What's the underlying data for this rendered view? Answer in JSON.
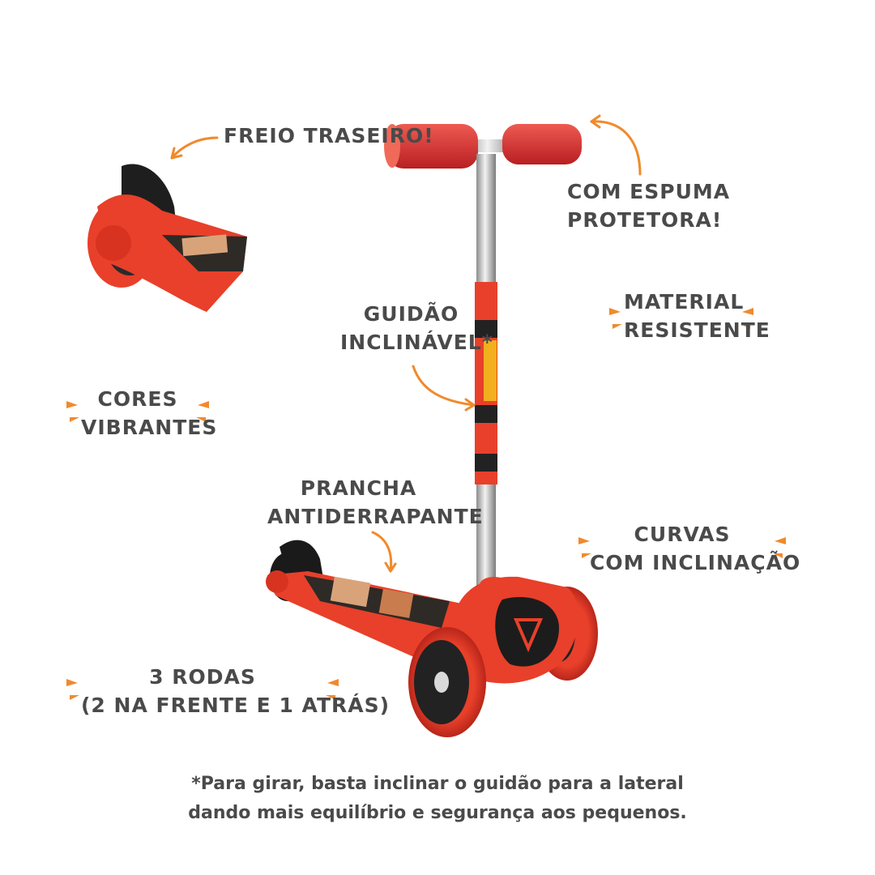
{
  "labels": {
    "freio": "FREIO TRASEIRO!",
    "espuma": [
      "COM ESPUMA",
      "PROTETORA!"
    ],
    "material": [
      "MATERIAL",
      "RESISTENTE"
    ],
    "guidao": [
      "GUIDÃO",
      "INCLINÁVEL*"
    ],
    "cores": [
      "CORES",
      "VIBRANTES"
    ],
    "prancha": [
      "PRANCHA",
      "ANTIDERRAPANTE"
    ],
    "curvas": [
      "CURVAS",
      "COM INCLINAÇÃO"
    ],
    "rodas": [
      "3 RODAS",
      "(2 NA FRENTE E 1 ATRÁS)"
    ]
  },
  "footnote": [
    "*Para girar, basta inclinar o guidão para a lateral",
    "dando mais equilíbrio e segurança aos pequenos."
  ],
  "colors": {
    "accent": "#f08a2c",
    "scooter_red": "#e8402a",
    "text": "#4a4a4a"
  }
}
